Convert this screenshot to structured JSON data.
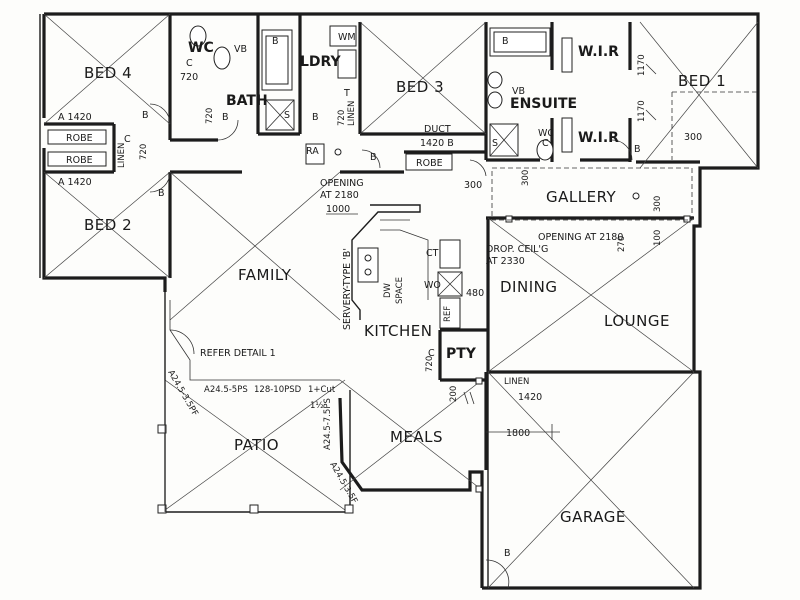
{
  "rooms": {
    "bed4": "BED 4",
    "bed3": "BED 3",
    "bed1": "BED 1",
    "bed2": "BED 2",
    "wc1": "WC",
    "wc2": "WC",
    "bath": "BATH",
    "ldry": "LDRY",
    "ensuite": "ENSUITE",
    "wir1": "W.I.R",
    "wir2": "W.I.R",
    "gallery": "GALLERY",
    "family": "FAMILY",
    "kitchen": "KITCHEN",
    "dining": "DINING",
    "lounge": "LOUNGE",
    "pty": "PTY",
    "patio": "PATIO",
    "meals": "MEALS",
    "garage": "GARAGE",
    "robe1": "ROBE",
    "robe2": "ROBE",
    "robe3": "ROBE",
    "linen1": "LINEN",
    "linen2": "LINEN",
    "linen3": "LINEN"
  },
  "notes": {
    "vb1": "VB",
    "vb2": "VB",
    "wm": "WM",
    "t": "T",
    "b_bath": "B",
    "b_ens": "B",
    "s1": "S",
    "s2": "S",
    "c1": "C",
    "c2": "C",
    "c3": "C",
    "c4": "C",
    "ra": "RA",
    "b1": "B",
    "b2": "B",
    "b3": "B",
    "b4": "B",
    "b5": "B",
    "b6": "B",
    "b7": "B",
    "duct": "DUCT",
    "duct_dim": "1420 B",
    "a1420_1": "A 1420",
    "a1420_2": "A 1420",
    "opening1_a": "OPENING",
    "opening1_b": "AT 2180",
    "opening2": "OPENING AT 2180",
    "drop_a": "DROP. CEIL'G",
    "drop_b": "AT 2330",
    "servery": "SERVERY-TYPE 'B'",
    "dw": "DW",
    "space": "SPACE",
    "ct": "CT",
    "wo": "WO",
    "ref": "REF",
    "refer": "REFER DETAIL 1",
    "a245_1": "A24.5-3.5PF",
    "a245_2": "A24.5-5PS",
    "a245_3": "128-10PSD",
    "cut": "1+Cut",
    "half": "1½",
    "a245_4": "A24.5-7.5PS",
    "a245_5": "A24.5-3.5F",
    "d720_1": "720",
    "d720_2": "720",
    "d720_3": "720",
    "d720_4": "720",
    "d720_5": "720",
    "d1170_1": "1170",
    "d1170_2": "1170",
    "d300_1": "300",
    "d300_2": "300",
    "d300_3": "300",
    "d300_4": "300",
    "d1000": "1000",
    "d270": "270",
    "d100": "100",
    "d480": "480",
    "d200": "200",
    "d1420": "1420",
    "d1800": "1800"
  }
}
